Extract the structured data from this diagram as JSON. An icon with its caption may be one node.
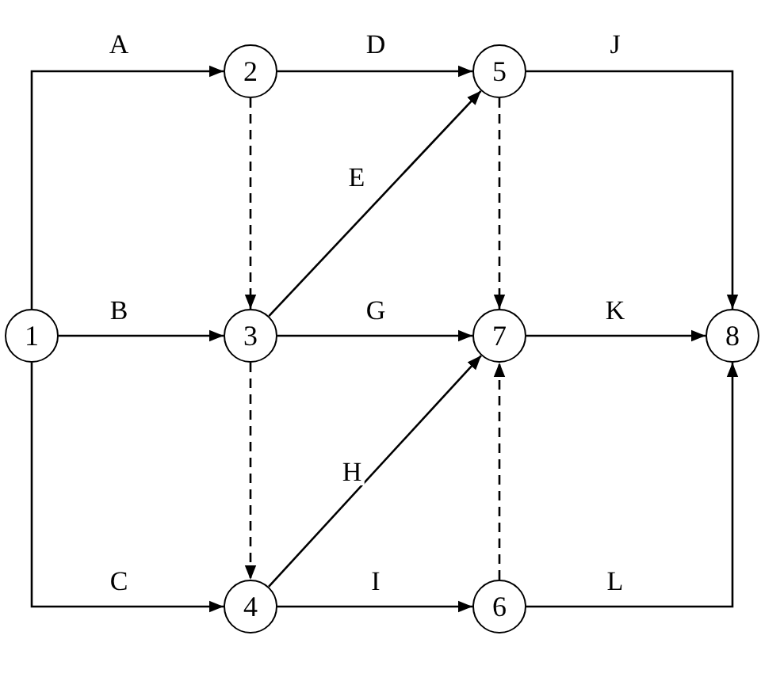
{
  "diagram": {
    "nodes": [
      {
        "text": [
          "1"
        ]
      },
      {
        "text": [
          "2"
        ]
      },
      {
        "text": [
          "3"
        ]
      },
      {
        "text": [
          "4"
        ]
      },
      {
        "text": [
          "5"
        ]
      },
      {
        "text": [
          "6"
        ]
      },
      {
        "text": [
          "7"
        ]
      },
      {
        "text": [
          "8"
        ]
      }
    ],
    "edges": [
      {
        "from": 0,
        "to": 1,
        "arrow": "to",
        "label": "A"
      },
      {
        "from": 0,
        "to": 2,
        "arrow": "to",
        "label": "B"
      },
      {
        "from": 0,
        "to": 3,
        "arrow": "to",
        "label": "C"
      },
      {
        "from": 1,
        "to": 4,
        "arrow": "to",
        "label": "D"
      },
      {
        "from": 1,
        "to": 2,
        "arrow": "to",
        "style": "dashed"
      },
      {
        "from": 2,
        "to": 4,
        "arrow": "to",
        "label": "E"
      },
      {
        "from": 2,
        "to": 6,
        "arrow": "to",
        "label": "G"
      },
      {
        "from": 2,
        "to": 3,
        "arrow": "to",
        "style": "dashed"
      },
      {
        "from": 3,
        "to": 6,
        "arrow": "to",
        "label": "H"
      },
      {
        "from": 3,
        "to": 5,
        "arrow": "to",
        "label": "I"
      },
      {
        "from": 4,
        "to": 7,
        "arrow": "to",
        "label": "J"
      },
      {
        "from": 4,
        "to": 6,
        "arrow": "to",
        "style": "dashed"
      },
      {
        "from": 5,
        "to": 6,
        "arrow": "to",
        "style": "dashed"
      },
      {
        "from": 6,
        "to": 7,
        "arrow": "to",
        "label": "K"
      },
      {
        "from": 5,
        "to": 7,
        "arrow": "to",
        "label": "L"
      }
    ]
  }
}
